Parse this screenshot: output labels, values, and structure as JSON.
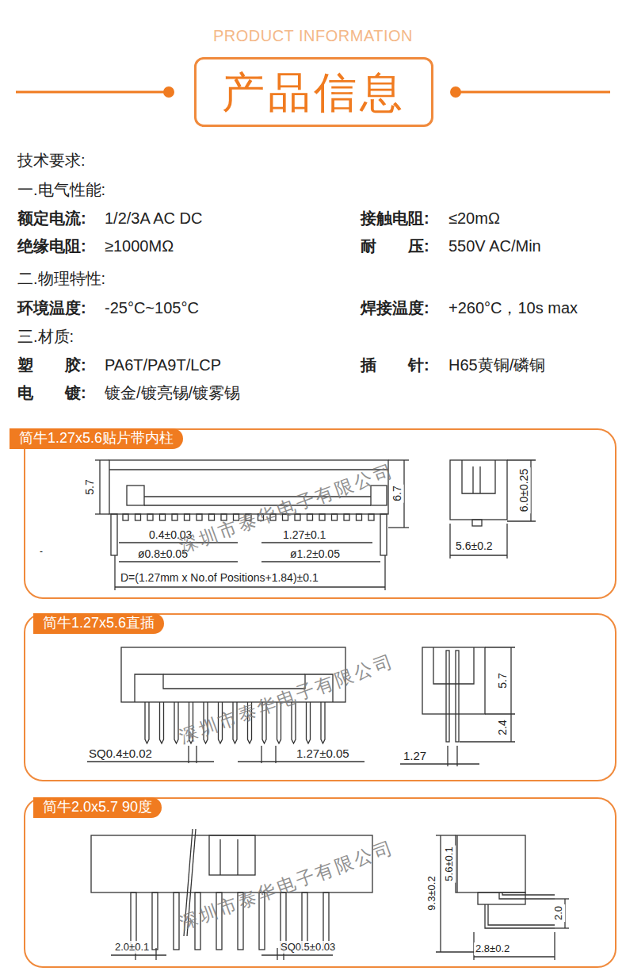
{
  "diagram": {
    "title": "PRODUCT INFORMATION",
    "nodes": [
      {
        "text": [
          "产品信息"
        ]
      },
      {
        "text": [
          "简牛1.27x5.6贴片带内柱"
        ]
      },
      {
        "text": [
          "简牛1.27x5.6直插"
        ]
      },
      {
        "text": [
          "简牛2.0x5.7 90度"
        ]
      }
    ],
    "labels": [
      "技术要求:",
      "一.电气性能:",
      "额定电流:",
      "1/2/3A AC DC",
      "接触电阻:",
      "≤20mΩ",
      "绝缘电阻:",
      "≥1000MΩ",
      "耐　　压:",
      "550V AC/Min",
      "二.物理特性:",
      "环境温度:",
      "-25°C~105°C",
      "焊接温度:",
      "+260°C，10s max",
      "三.材质:",
      "塑　　胶:",
      "PA6T/PA9T/LCP",
      "插　　针:",
      "H65黄铜/磷铜",
      "电　　镀:",
      "镀金/镀亮锡/镀雾锡",
      "5.7",
      "6.7",
      "0.4±0.03",
      "1.27±0.1",
      "ø0.8±0.05",
      "ø1.2±0.05",
      "D=(1.27mm x No.of Positions+1.84)±0.1",
      "6.0±0.25",
      "5.6±0.2",
      "-",
      "深圳市泰华电子有限公司",
      "5.7",
      "2.4",
      "SQ0.4±0.02",
      "1.27±0.05",
      "1.27",
      "深圳市泰华电子有限公司",
      "9.3±0.2",
      "5.6±0.1",
      "2.0",
      "2.0±0.1",
      "SQ0.5±0.03",
      "2.8±0.2",
      "深圳市泰华电子有限公司"
    ]
  }
}
